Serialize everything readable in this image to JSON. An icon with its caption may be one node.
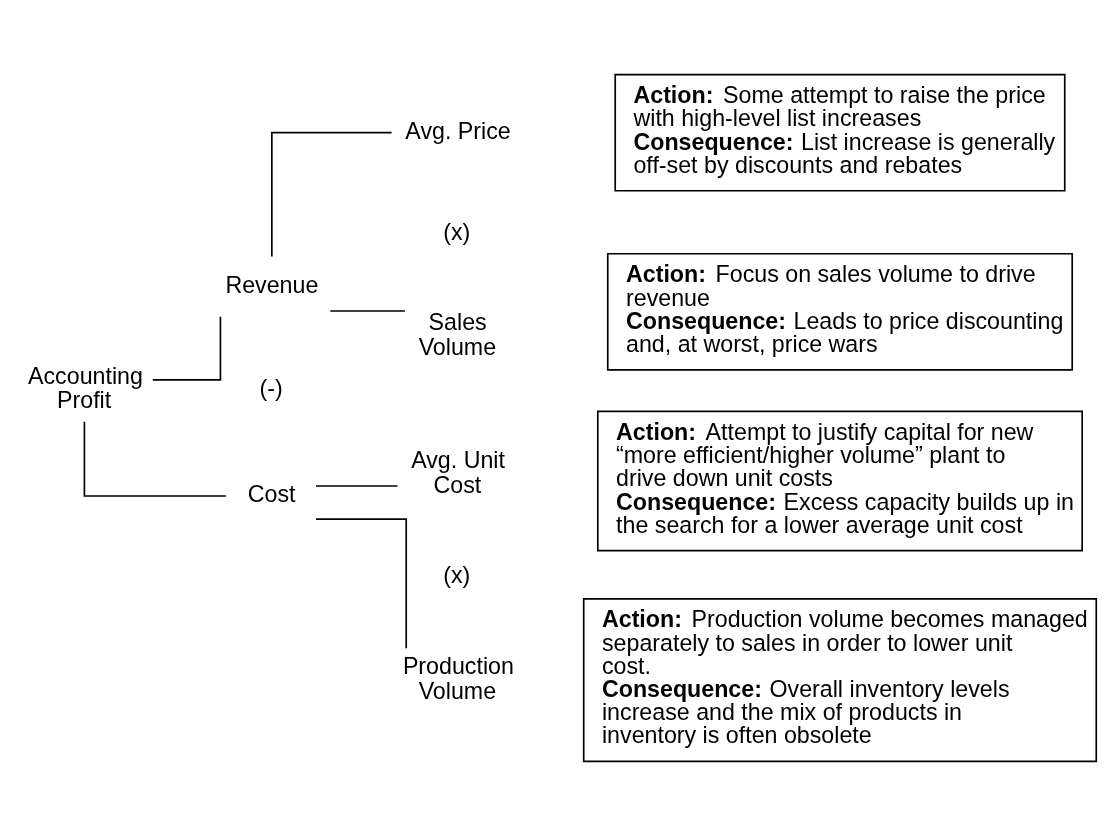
{
  "diagram": {
    "nodes": [
      {
        "text": [
          "Accounting Profit"
        ]
      },
      {
        "text": [
          "Revenue"
        ]
      },
      {
        "text": [
          "Cost"
        ]
      },
      {
        "text": [
          "Avg. Price"
        ]
      },
      {
        "text": [
          "Sales Volume"
        ]
      },
      {
        "text": [
          "Avg. Unit Cost"
        ]
      },
      {
        "text": [
          "Production Volume"
        ]
      },
      {
        "text": [
          "**Action:** Some attempt to raise the price with high-level list increases",
          "**Consequence:** List increase is generally off-set by discounts and rebates"
        ]
      },
      {
        "text": [
          "**Action:** Focus on sales volume to drive revenue",
          "**Consequence:** Leads to price discounting and, at worst, price wars"
        ]
      },
      {
        "text": [
          "**Action:** Attempt to justify capital for new “more efficient/higher volume” plant to drive down unit costs",
          "**Consequence:** Excess capacity builds up in the search for a lower average unit cost"
        ]
      },
      {
        "text": [
          "**Action:** Production volume becomes managed separately to sales in order to lower unit cost.",
          "**Consequence:** Overall inventory levels increase and the mix of products in inventory is often obsolete"
        ]
      }
    ],
    "edges": [
      {
        "from": 0,
        "to": 1,
        "arrow": "none"
      },
      {
        "from": 0,
        "to": 2,
        "arrow": "none"
      },
      {
        "from": 1,
        "to": 3,
        "arrow": "none"
      },
      {
        "from": 1,
        "to": 4,
        "arrow": "none"
      },
      {
        "from": 2,
        "to": 5,
        "arrow": "none"
      },
      {
        "from": 2,
        "to": 6,
        "arrow": "none"
      }
    ],
    "labels": [
      "(x)",
      "(-)",
      "(x)"
    ]
  }
}
